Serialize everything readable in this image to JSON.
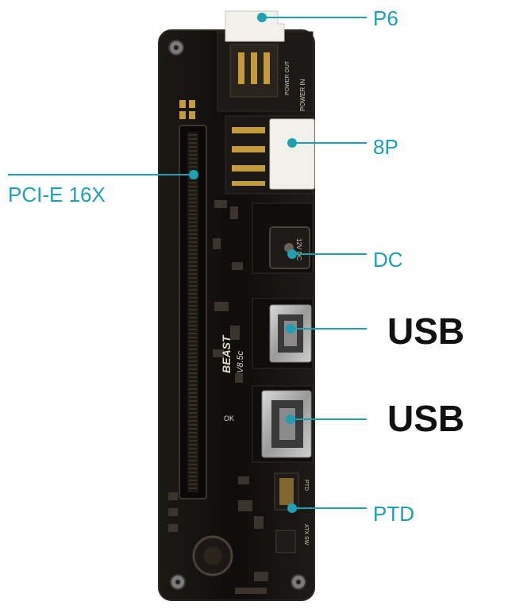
{
  "callouts": {
    "p6": "P6",
    "p8": "8P",
    "pcie": "PCI-E 16X",
    "dc": "DC",
    "usb1": "USB",
    "usb2": "USB",
    "ptd": "PTD"
  },
  "board": {
    "silkscreen_beast": "BEAST",
    "silkscreen_version": "V8.5c",
    "silkscreen_ok": "OK",
    "silkscreen_power_out": "POWER OUT",
    "silkscreen_power_in": "POWER IN",
    "silkscreen_dc": "12V DC",
    "silkscreen_ptd": "PTD",
    "silkscreen_atx": "ATX SW"
  },
  "colors": {
    "pcb": "#141210",
    "pcb_edge": "#2a2622",
    "callout": "#1f9fb2",
    "connector_white": "#f2f0ea",
    "metal": "#b9b9b9",
    "gold": "#c39a3c"
  }
}
